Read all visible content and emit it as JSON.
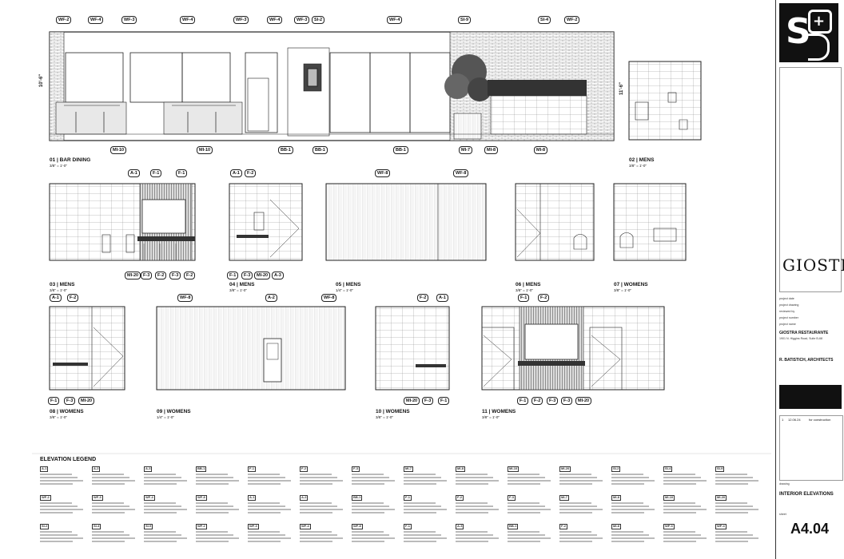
{
  "elevations": {
    "e01": {
      "title": "01 | BAR DINING",
      "scale": "3/8\" = 1'-0\"",
      "top_tags": [
        "WF-2",
        "WF-4",
        "WF-3",
        "WF-4",
        "WF-3",
        "WF-4",
        "WF-3",
        "SI-2",
        "WF-4",
        "SI-9",
        "SI-4",
        "WF-2"
      ],
      "bottom_tags": [
        "MI-10",
        "MI-10",
        "BB-1",
        "BB-1",
        "BB-1",
        "MI-7",
        "MI-8",
        "MI-8"
      ],
      "dims": [
        "10'-6\"",
        "11'-6\""
      ]
    },
    "e02": {
      "title": "02 | MENS",
      "scale": "3/8\" = 1'-0\""
    },
    "e03": {
      "title": "03 | MENS",
      "scale": "3/8\" = 1'-0\"",
      "top_tags": [
        "A-1",
        "F-1",
        "F-1"
      ],
      "bottom_tags": [
        "MI-20",
        "F-3",
        "F-2",
        "F-3",
        "F-2"
      ]
    },
    "e04": {
      "title": "04 | MENS",
      "scale": "3/8\" = 1'-0\"",
      "top_tags": [
        "A-1",
        "F-2"
      ],
      "bottom_tags": [
        "F-1",
        "F-3",
        "MI-20",
        "A-3"
      ]
    },
    "e05": {
      "title": "05 | MENS",
      "scale": "1/4\" = 1'-0\"",
      "top_tags": [
        "WF-8",
        "WF-8"
      ]
    },
    "e06": {
      "title": "06 | MENS",
      "scale": "3/8\" = 1'-0\""
    },
    "e07": {
      "title": "07 | WOMENS",
      "scale": "3/8\" = 1'-0\""
    },
    "e08": {
      "title": "08 | WOMENS",
      "scale": "3/8\" = 1'-0\"",
      "top_tags": [
        "A-1",
        "F-2"
      ],
      "bottom_tags": [
        "F-1",
        "F-3",
        "MI-20"
      ]
    },
    "e09": {
      "title": "09 | WOMENS",
      "scale": "1/4\" = 1'-0\"",
      "top_tags": [
        "WF-8",
        "A-2",
        "WF-8"
      ]
    },
    "e10": {
      "title": "10 | WOMENS",
      "scale": "3/8\" = 1'-0\"",
      "top_tags": [
        "F-2",
        "A-1"
      ],
      "bottom_tags": [
        "MI-20",
        "F-3",
        "F-1"
      ]
    },
    "e11": {
      "title": "11 | WOMENS",
      "scale": "3/8\" = 1'-0\"",
      "top_tags": [
        "F-1",
        "F-2"
      ],
      "bottom_tags": [
        "F-1",
        "F-2",
        "F-3",
        "F-3",
        "MI-20"
      ]
    }
  },
  "legend": {
    "title": "ELEVATION LEGEND",
    "codes": [
      "A-1",
      "A-2",
      "A-3",
      "BB-1",
      "F-1",
      "F-2",
      "F-3",
      "MI-7",
      "MI-8",
      "MI-10",
      "MI-20",
      "SI-2",
      "SI-4",
      "SI-9",
      "WF-2",
      "WF-3",
      "WF-4",
      "WF-8",
      "A-1",
      "A-2",
      "BB-1",
      "F-1",
      "F-2",
      "F-3",
      "MI-7",
      "MI-8",
      "MI-10",
      "MI-20",
      "SI-2",
      "SI-4",
      "SI-9",
      "WF-2",
      "WF-3",
      "WF-4",
      "WF-8",
      "F-1",
      "A-3",
      "BB-1",
      "F-2",
      "MI-8",
      "WF-3",
      "WF-4"
    ]
  },
  "title_block": {
    "brand_name": "GIOSTRA",
    "project_name": "GIOSTRA RESTAURANTE",
    "project_address": "1901 N. Higgins Road, Suite B-68",
    "architect": "R. BATISTICH, ARCHITECTS",
    "rows": [
      "project date",
      "project drawing",
      "reviewed by",
      "project number",
      "project name"
    ],
    "revision_no": "1",
    "revision_date": "12.06.24",
    "revision_note": "for construction",
    "sheet_title_label": "drawing",
    "sheet_title": "INTERIOR ELEVATIONS",
    "sheet_label": "sheet",
    "sheet_number": "A4.04"
  }
}
